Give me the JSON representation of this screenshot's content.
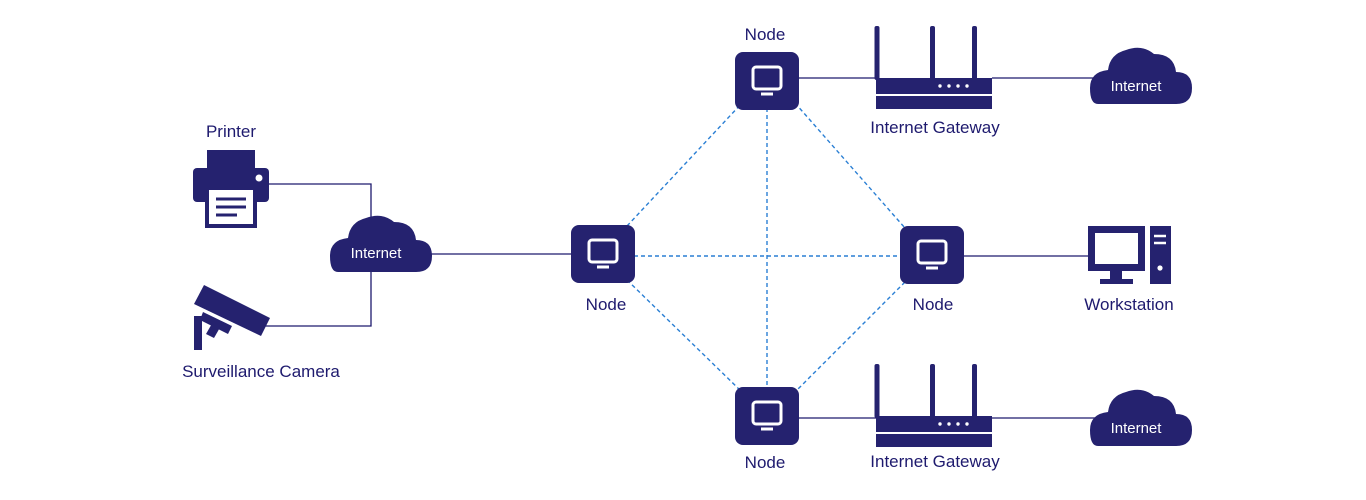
{
  "colors": {
    "primary": "#25226f",
    "dashed_link": "#2a7fd4",
    "background": "#ffffff"
  },
  "labels": {
    "printer": "Printer",
    "camera": "Surveillance Camera",
    "cloud_left": "Internet",
    "cloud_top": "Internet",
    "cloud_bottom": "Internet",
    "node_top": "Node",
    "node_left": "Node",
    "node_right": "Node",
    "node_bottom": "Node",
    "gateway_top": "Internet Gateway",
    "gateway_bottom": "Internet Gateway",
    "workstation": "Workstation"
  },
  "icons": {
    "printer": "printer-icon",
    "camera": "camera-icon",
    "cloud": "cloud-icon",
    "node": "monitor-node-icon",
    "gateway": "router-icon",
    "workstation": "desktop-computer-icon"
  }
}
